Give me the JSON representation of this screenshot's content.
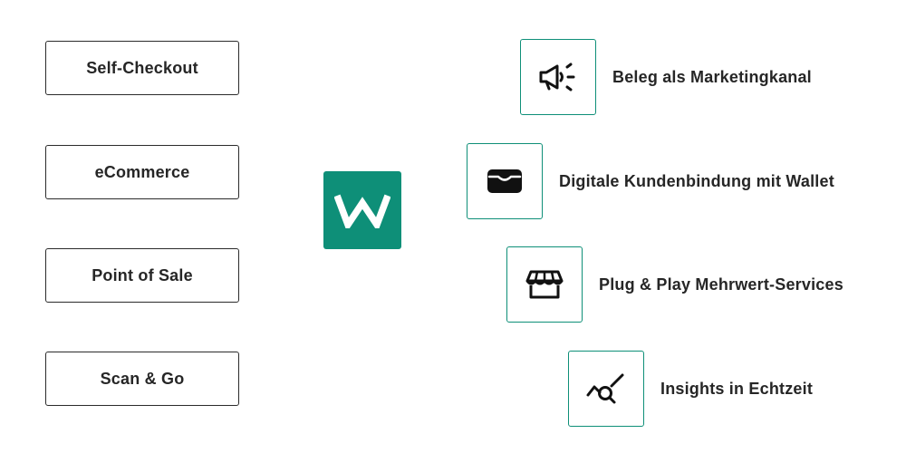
{
  "channels": [
    {
      "label": "Self-Checkout"
    },
    {
      "label": "eCommerce"
    },
    {
      "label": "Point of Sale"
    },
    {
      "label": "Scan & Go"
    }
  ],
  "logo": {
    "letter": "W",
    "color": "#0e8f78"
  },
  "features": [
    {
      "label": "Beleg als Marketingkanal",
      "icon": "megaphone-icon"
    },
    {
      "label": "Digitale Kundenbindung mit Wallet",
      "icon": "wallet-icon"
    },
    {
      "label": "Plug & Play Mehrwert-Services",
      "icon": "storefront-icon"
    },
    {
      "label": "Insights in Echtzeit",
      "icon": "analytics-search-icon"
    }
  ],
  "colors": {
    "accent": "#0e8f78",
    "border": "#2b2b2b",
    "text": "#262626"
  }
}
